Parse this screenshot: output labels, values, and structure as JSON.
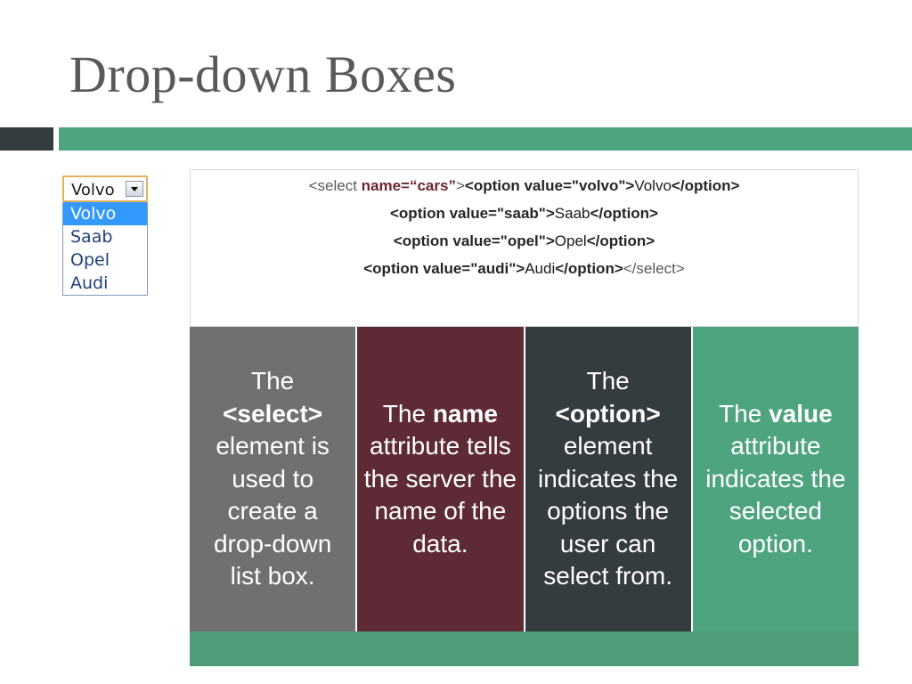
{
  "slide": {
    "title": "Drop-down Boxes"
  },
  "colors": {
    "accent_green": "#4ea47f",
    "dark_bar": "#343c40",
    "col1": "#707070",
    "col2": "#5e2a35",
    "col3": "#343c40",
    "col4": "#4ea47f"
  },
  "demo": {
    "selected": "Volvo",
    "options": [
      "Volvo",
      "Saab",
      "Opel",
      "Audi"
    ]
  },
  "code": {
    "l1": {
      "a": "<select ",
      "b": "name=“cars”",
      "c": ">",
      "d": "<option value=\"volvo\">",
      "e": "Volvo",
      "f": "</option>"
    },
    "l2": {
      "a": "<option value=\"saab\">",
      "b": "Saab",
      "c": "</option>"
    },
    "l3": {
      "a": "<option value=\"opel\">",
      "b": "Opel",
      "c": "</option>"
    },
    "l4": {
      "a": "<option value=\"audi\">",
      "b": "Audi",
      "c": "</option>",
      "d": "</select>"
    }
  },
  "columns": [
    {
      "pre": "The",
      "bold": "<select>",
      "post": "element is used to create a drop-down list box."
    },
    {
      "pre": "The",
      "bold": "name",
      "post": "attribute tells the server the name of the data."
    },
    {
      "pre": "The",
      "bold": "<option>",
      "post": "element indicates the options the user can select from."
    },
    {
      "pre": "The",
      "bold": "value",
      "post": "attribute indicates the selected option."
    }
  ]
}
